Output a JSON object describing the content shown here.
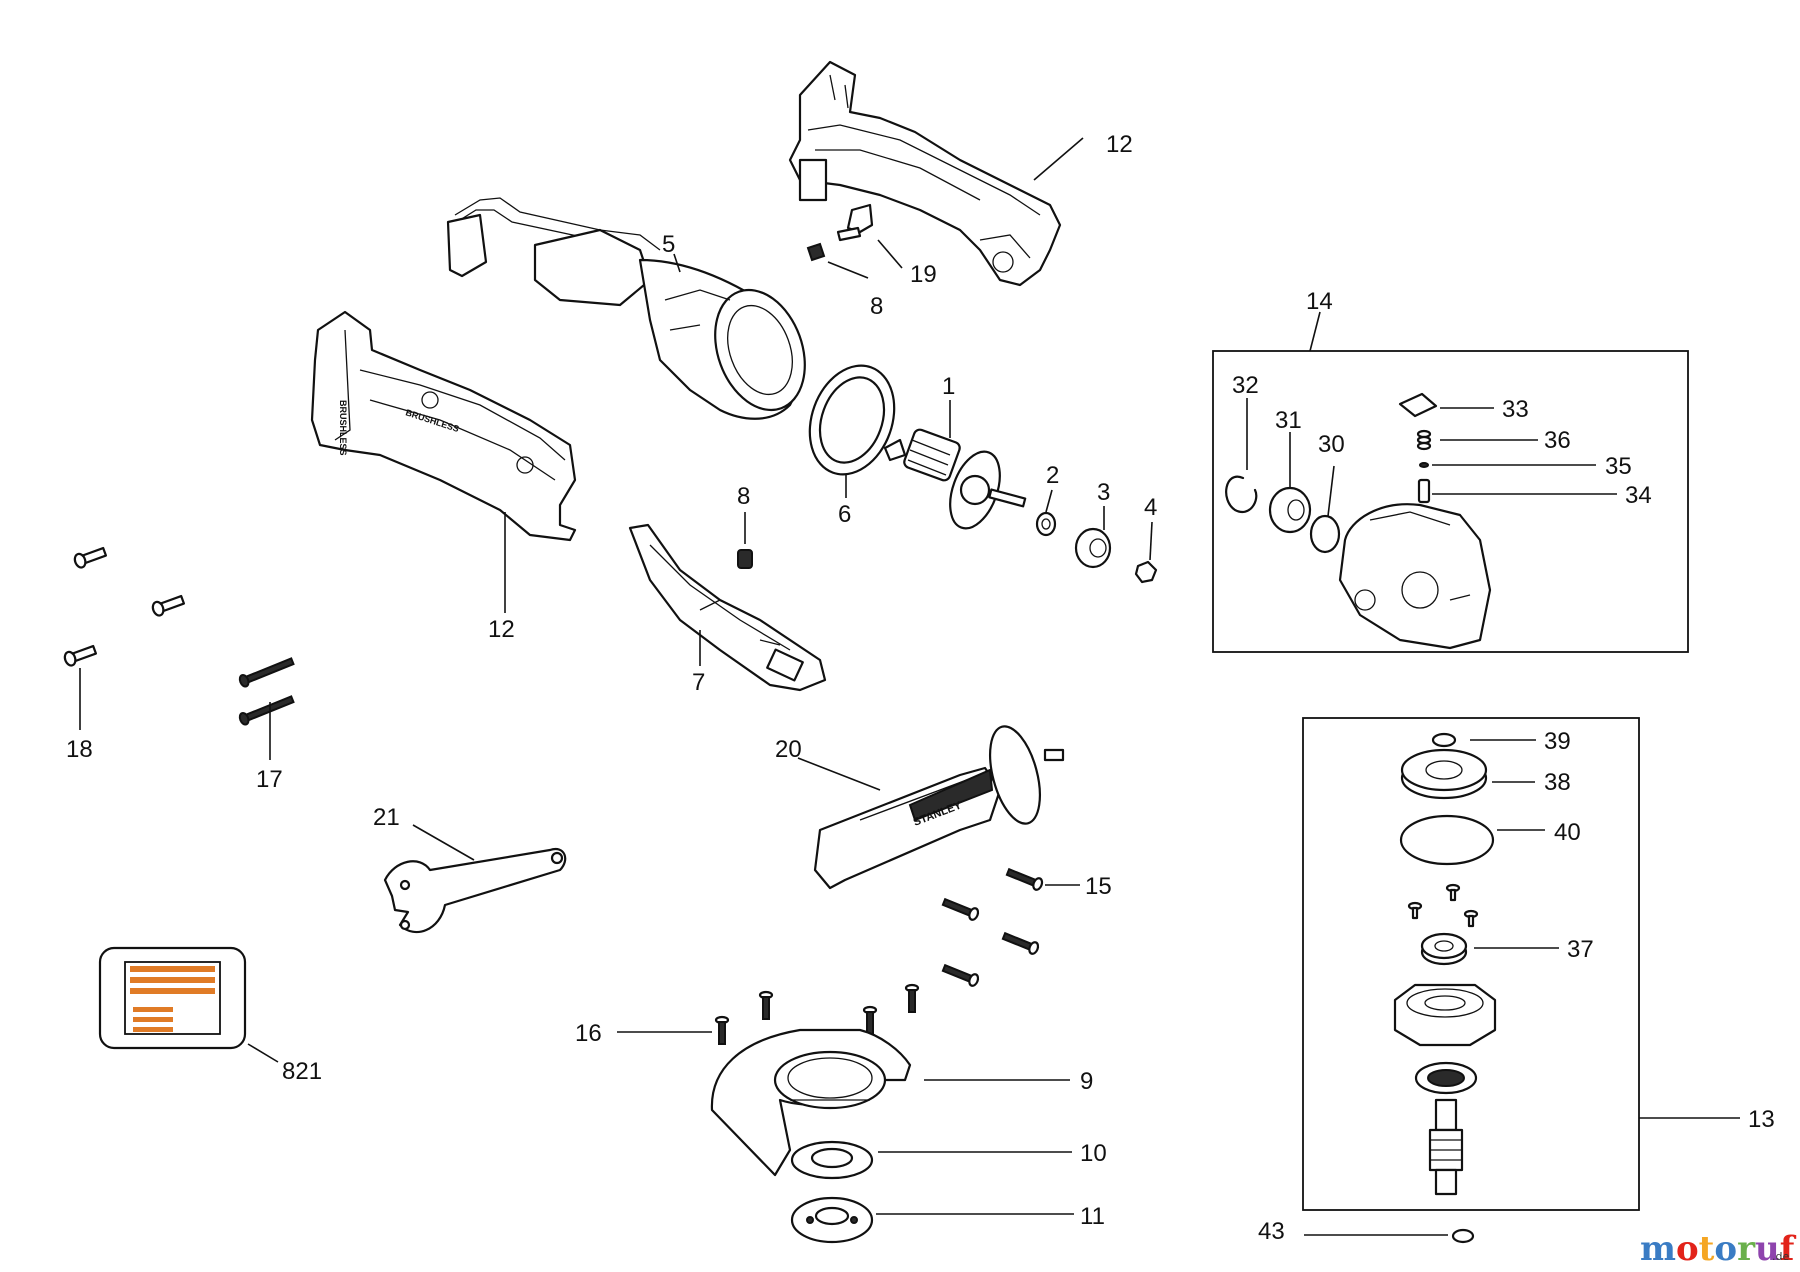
{
  "parts": [
    {
      "key": "p1",
      "label": "1"
    },
    {
      "key": "p2",
      "label": "2"
    },
    {
      "key": "p3",
      "label": "3"
    },
    {
      "key": "p4",
      "label": "4"
    },
    {
      "key": "p5",
      "label": "5"
    },
    {
      "key": "p6",
      "label": "6"
    },
    {
      "key": "p7",
      "label": "7"
    },
    {
      "key": "p8a",
      "label": "8"
    },
    {
      "key": "p8b",
      "label": "8"
    },
    {
      "key": "p9",
      "label": "9"
    },
    {
      "key": "p10",
      "label": "10"
    },
    {
      "key": "p11",
      "label": "11"
    },
    {
      "key": "p12a",
      "label": "12"
    },
    {
      "key": "p12b",
      "label": "12"
    },
    {
      "key": "p13",
      "label": "13"
    },
    {
      "key": "p14",
      "label": "14"
    },
    {
      "key": "p15",
      "label": "15"
    },
    {
      "key": "p16",
      "label": "16"
    },
    {
      "key": "p17",
      "label": "17"
    },
    {
      "key": "p18",
      "label": "18"
    },
    {
      "key": "p19",
      "label": "19"
    },
    {
      "key": "p20",
      "label": "20"
    },
    {
      "key": "p21",
      "label": "21"
    },
    {
      "key": "p30",
      "label": "30"
    },
    {
      "key": "p31",
      "label": "31"
    },
    {
      "key": "p32",
      "label": "32"
    },
    {
      "key": "p33",
      "label": "33"
    },
    {
      "key": "p34",
      "label": "34"
    },
    {
      "key": "p35",
      "label": "35"
    },
    {
      "key": "p36",
      "label": "36"
    },
    {
      "key": "p37",
      "label": "37"
    },
    {
      "key": "p38",
      "label": "38"
    },
    {
      "key": "p39",
      "label": "39"
    },
    {
      "key": "p40",
      "label": "40"
    },
    {
      "key": "p43",
      "label": "43"
    },
    {
      "key": "p821",
      "label": "821"
    }
  ],
  "housing_text": "BRUSHLESS",
  "handle_text": "STANLEY",
  "watermark": {
    "letters": [
      "m",
      "o",
      "t",
      "o",
      "r",
      "u",
      "f"
    ],
    "letter_colors": [
      "#3a7cc4",
      "#e2231a",
      "#f5a623",
      "#3a7cc4",
      "#6ab04c",
      "#8e44ad",
      "#e2231a"
    ],
    "suffix": ".de"
  },
  "label_sticker_color": "#e07b26"
}
